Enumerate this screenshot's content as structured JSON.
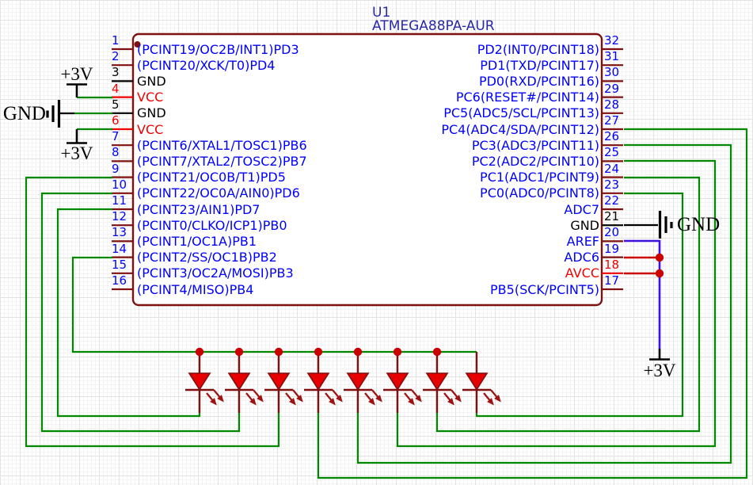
{
  "title": {
    "designator": "U1",
    "part": "ATMEGA88PA-AUR"
  },
  "chip": {
    "left_pins": [
      {
        "num": "1",
        "label": "(PCINT19/OC2B/INT1)PD3",
        "type": "signal"
      },
      {
        "num": "2",
        "label": "(PCINT20/XCK/T0)PD4",
        "type": "signal"
      },
      {
        "num": "3",
        "label": "GND",
        "type": "ground"
      },
      {
        "num": "4",
        "label": "VCC",
        "type": "power"
      },
      {
        "num": "5",
        "label": "GND",
        "type": "ground"
      },
      {
        "num": "6",
        "label": "VCC",
        "type": "power"
      },
      {
        "num": "7",
        "label": "(PCINT6/XTAL1/TOSC1)PB6",
        "type": "signal"
      },
      {
        "num": "8",
        "label": "(PCINT7/XTAL2/TOSC2)PB7",
        "type": "signal"
      },
      {
        "num": "9",
        "label": "(PCINT21/OC0B/T1)PD5",
        "type": "signal"
      },
      {
        "num": "10",
        "label": "(PCINT22/OC0A/AIN0)PD6",
        "type": "signal"
      },
      {
        "num": "11",
        "label": "(PCINT23/AIN1)PD7",
        "type": "signal"
      },
      {
        "num": "12",
        "label": "(PCINT0/CLKO/ICP1)PB0",
        "type": "signal"
      },
      {
        "num": "13",
        "label": "(PCINT1/OC1A)PB1",
        "type": "signal"
      },
      {
        "num": "14",
        "label": "(PCINT2/SS/OC1B)PB2",
        "type": "signal"
      },
      {
        "num": "15",
        "label": "(PCINT3/OC2A/MOSI)PB3",
        "type": "signal"
      },
      {
        "num": "16",
        "label": "(PCINT4/MISO)PB4",
        "type": "signal"
      }
    ],
    "right_pins": [
      {
        "num": "32",
        "label": "PD2(INT0/PCINT18)",
        "type": "signal"
      },
      {
        "num": "31",
        "label": "PD1(TXD/PCINT17)",
        "type": "signal"
      },
      {
        "num": "30",
        "label": "PD0(RXD/PCINT16)",
        "type": "signal"
      },
      {
        "num": "29",
        "label": "PC6(RESET#/PCINT14)",
        "type": "signal"
      },
      {
        "num": "28",
        "label": "PC5(ADC5/SCL/PCINT13)",
        "type": "signal"
      },
      {
        "num": "27",
        "label": "PC4(ADC4/SDA/PCINT12)",
        "type": "signal"
      },
      {
        "num": "26",
        "label": "PC3(ADC3/PCINT11)",
        "type": "signal"
      },
      {
        "num": "25",
        "label": "PC2(ADC2/PCINT10)",
        "type": "signal"
      },
      {
        "num": "24",
        "label": "PC1(ADC1/PCINT9)",
        "type": "signal"
      },
      {
        "num": "23",
        "label": "PC0(ADC0/PCINT8)",
        "type": "signal"
      },
      {
        "num": "22",
        "label": "ADC7",
        "type": "signal"
      },
      {
        "num": "21",
        "label": "GND",
        "type": "ground"
      },
      {
        "num": "20",
        "label": "AREF",
        "type": "signal"
      },
      {
        "num": "19",
        "label": "ADC6",
        "type": "signal"
      },
      {
        "num": "18",
        "label": "AVCC",
        "type": "power"
      },
      {
        "num": "17",
        "label": "PB5(SCK/PCINT5)",
        "type": "signal"
      }
    ]
  },
  "power": {
    "v3_top_left": "+3V",
    "gnd_left": "GND",
    "v3_bottom_left": "+3V",
    "gnd_right": "GND",
    "v3_bottom_right": "+3V"
  },
  "colors": {
    "wire": "#008800",
    "maroon": "#7f1010",
    "blue": "#0000ff",
    "power-red": "#f00000",
    "ink": "#000000",
    "violet": "#4010e0",
    "junction": "#cc0000",
    "navy": "#2929a8",
    "led": "#e60000",
    "arrow": "#a01212"
  }
}
